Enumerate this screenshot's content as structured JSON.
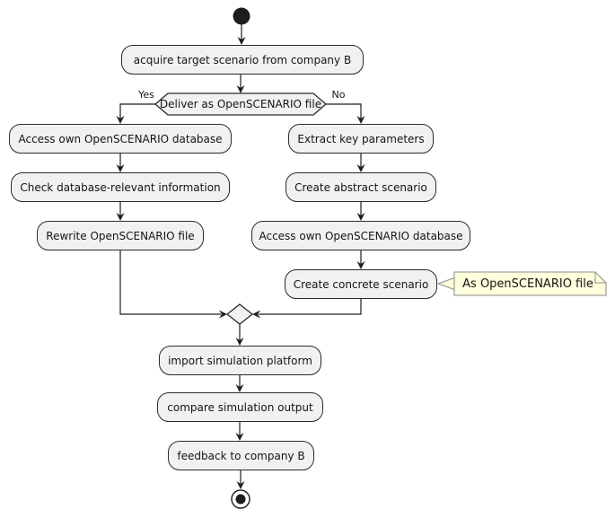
{
  "diagram": {
    "kind": "activity-flowchart",
    "nodes": {
      "acquire": "acquire target scenario from company B",
      "decision": "Deliver as OpenSCENARIO file",
      "yes_label": "Yes",
      "no_label": "No",
      "left_branch": [
        "Access own OpenSCENARIO database",
        "Check database-relevant information",
        "Rewrite OpenSCENARIO file"
      ],
      "right_branch": [
        "Extract key parameters",
        "Create abstract scenario",
        "Access own OpenSCENARIO database",
        "Create concrete scenario"
      ],
      "note": "As OpenSCENARIO file",
      "bottom": [
        "import simulation platform",
        "compare simulation output",
        "feedback to company B"
      ]
    },
    "colors": {
      "activity_fill": "#f1f1f1",
      "activity_border": "#2b2b2b",
      "note_fill": "#feffdd",
      "note_border": "#8c8c8c",
      "line": "#1f1f1f",
      "terminal": "#1d1d1d",
      "background": "#ffffff"
    }
  }
}
